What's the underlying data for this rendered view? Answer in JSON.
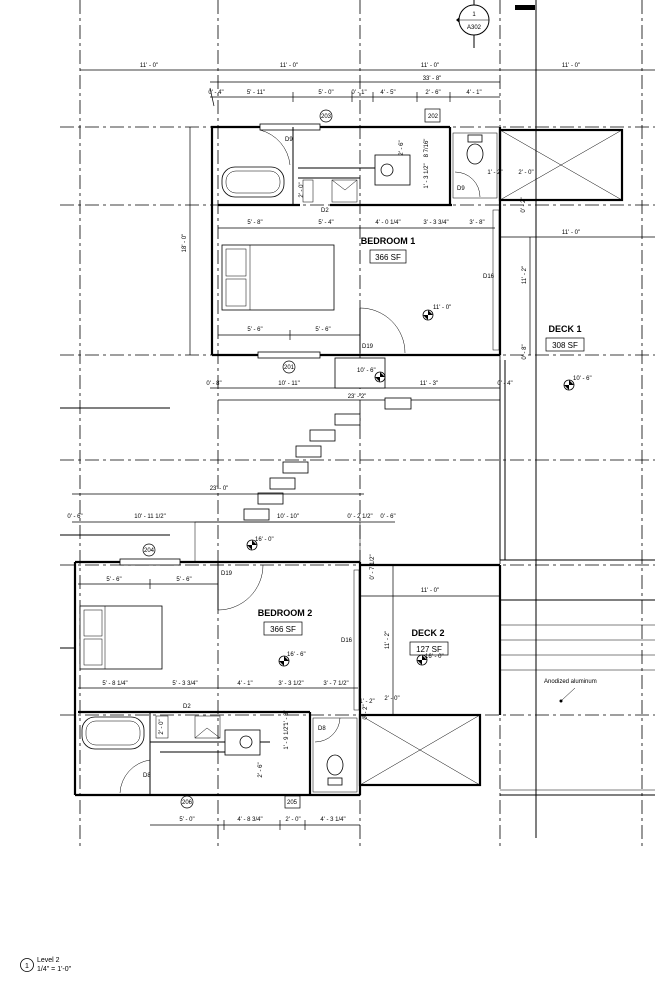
{
  "section_marker": {
    "number": "1",
    "sheet": "A302"
  },
  "top_dims": {
    "overall": "33' - 8\"",
    "grid_left": "11' - 0\"",
    "grid_mid": "11' - 0\"",
    "grid_right": "11' - 0\"",
    "grid_far": "11' - 0\"",
    "row2": [
      "0' - 4\"",
      "5' - 11\"",
      "5' - 0\"",
      "0' - 1\"",
      "4' - 5\"",
      "2' - 6\"",
      "4' - 1\""
    ]
  },
  "tags": {
    "w203": "203",
    "w202": "202",
    "w201": "201",
    "w204": "204",
    "w206": "206",
    "w205": "205"
  },
  "bedroom1": {
    "name": "BEDROOM 1",
    "area": "366 SF",
    "left_height": "18' - 0\"",
    "dims_a": [
      "5' - 8\"",
      "5' - 4\"",
      "4' - 0 1/4\"",
      "3' - 3 3/4\"",
      "3' - 8\""
    ],
    "dims_b": [
      "5' - 6\"",
      "5' - 6\""
    ],
    "vertical": [
      "2' - 6\"",
      "1' - 3 1/2\"",
      "8 7/16\"",
      "2' - 0\"",
      "1' - 2\"",
      "2' - 0\"",
      "0' - 2\""
    ],
    "doors": [
      "D9",
      "D2",
      "D9",
      "D16",
      "D19"
    ],
    "elev": "11' - 0\"",
    "bottom_dims": [
      "0' - 8\"",
      "10' - 11\"",
      "11' - 3\"",
      "0' - 4\"",
      "23' - 2\""
    ]
  },
  "deck1": {
    "name": "DECK 1",
    "area": "308 SF",
    "width": "11' - 0\"",
    "height": "11' - 2\"",
    "gap": "0' - 8\"",
    "elev": "10' - 6\""
  },
  "stair": {
    "elev": "10' - 6\""
  },
  "mid_dims": {
    "overall": "23' - 0\"",
    "parts": [
      "0' - 6\"",
      "10' - 11 1/2\"",
      "10' - 10\"",
      "0' - 2 1/2\"",
      "0' - 6\""
    ],
    "elev": "16' - 0\""
  },
  "bedroom2": {
    "name": "BEDROOM 2",
    "area": "366 SF",
    "top_dims": [
      "5' - 6\"",
      "5' - 6\""
    ],
    "door_top": "D19",
    "door_right": "D16",
    "elev": "16' - 6\"",
    "lower_dims": [
      "5' - 8 1/4\"",
      "5' - 3 3/4\"",
      "4' - 1\"",
      "3' - 3 1/2\"",
      "3' - 7 1/2\""
    ],
    "vertical": [
      "2' - 0\"",
      "1' - 9 1/2\"",
      "1' - 3\"",
      "2' - 6\"",
      "1' - 2\"",
      "2' - 0\"",
      "0' - 2\""
    ],
    "doors": [
      "D2",
      "D8",
      "D8"
    ],
    "bottom_dims": [
      "5' - 0\"",
      "4' - 8 3/4\"",
      "2' - 0\"",
      "4' - 3 1/4\""
    ]
  },
  "deck2": {
    "name": "DECK 2",
    "area": "127 SF",
    "width": "11' - 0\"",
    "height": "11' - 2\"",
    "gap": "0' - 7 1/2\"",
    "elev": "16' - 0\""
  },
  "note": "Anodized aluminum",
  "view_title": {
    "number": "1",
    "name": "Level 2",
    "scale": "1/4\" = 1'-0\""
  }
}
